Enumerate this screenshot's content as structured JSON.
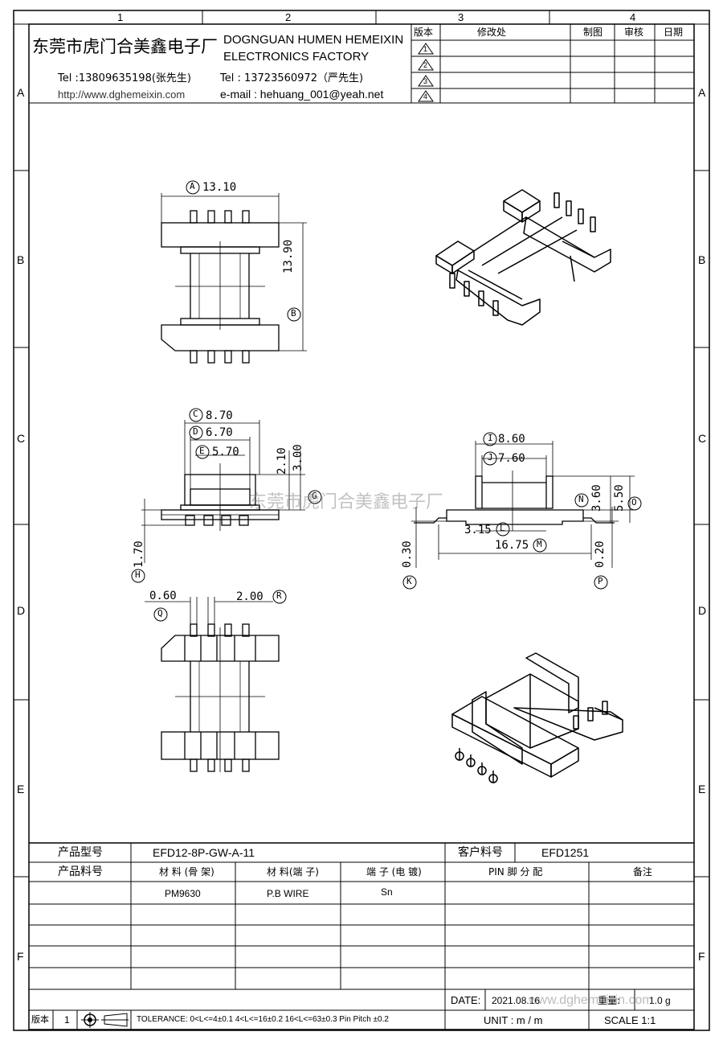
{
  "grid": {
    "columns": [
      "1",
      "2",
      "3",
      "4"
    ],
    "rows": [
      "A",
      "B",
      "C",
      "D",
      "E",
      "F"
    ]
  },
  "header": {
    "company_cn": "东莞市虎门合美鑫电子厂",
    "company_en_line1": "DOGNGUAN HUMEN HEMEIXIN",
    "company_en_line2": "ELECTRONICS FACTORY",
    "tel1": "Tel :13809635198(张先生)",
    "tel2": "Tel : 13723560972（严先生)",
    "website": "http://www.dghemeixin.com",
    "email": "e-mail : hehuang_001@yeah.net"
  },
  "revision_table": {
    "headers": [
      "版本",
      "修改处",
      "制图",
      "审核",
      "日期"
    ],
    "revisions": [
      "1",
      "2",
      "3",
      "4"
    ]
  },
  "dimensions": {
    "A": "13.10",
    "B": "13.90",
    "C": "8.70",
    "D": "6.70",
    "E": "5.70",
    "F": "2.10",
    "G": "3.00",
    "H": "1.70",
    "I": "8.60",
    "J": "7.60",
    "K": "0.30",
    "L": "3.15",
    "M": "16.75",
    "N": "3.60",
    "O": "5.50",
    "P": "0.20",
    "Q": "0.60",
    "R": "2.00"
  },
  "watermark_center": "东莞市虎门合美鑫电子厂",
  "footer": {
    "product_model_label": "产品型号",
    "product_model_value": "EFD12-8P-GW-A-11",
    "customer_part_label": "客户料号",
    "customer_part_value": "EFD1251",
    "product_part_label": "产品料号",
    "material_bobbin_label": "材 料 (骨 架)",
    "material_pin_label": "材 料(端 子)",
    "terminal_plating_label": "端 子 (电 镀)",
    "pin_assign_label": "PIN 脚 分 配",
    "remarks_label": "备注",
    "material_bobbin_value": "PM9630",
    "material_pin_value": "P.B WIRE",
    "terminal_plating_value": "Sn",
    "date_label": "DATE:",
    "date_value": "2021.08.16",
    "weight_label": "重量:",
    "weight_value": "1.0 g",
    "version_label": "版本",
    "version_value": "1",
    "tolerance": "TOLERANCE:  0<L<=4±0.1  4<L<=16±0.2  16<L<=63±0.3  Pin Pitch  ±0.2",
    "unit": "UNIT :  m / m",
    "scale": "SCALE    1:1",
    "watermark_bottom": "www.dghemeixin.com"
  }
}
